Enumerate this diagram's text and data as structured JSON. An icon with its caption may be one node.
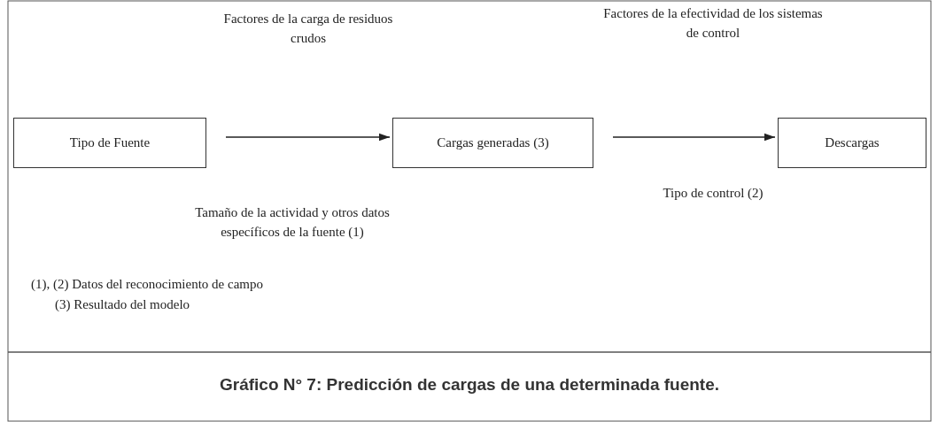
{
  "diagram": {
    "caption": "Gráfico N° 7: Predicción de cargas de una determinada fuente.",
    "nodes": [
      {
        "text": [
          "Tipo de Fuente"
        ]
      },
      {
        "text": [
          "Cargas generadas (3)"
        ]
      },
      {
        "text": [
          "Descargas"
        ]
      }
    ],
    "edges": [
      {
        "from": 0,
        "to": 1,
        "arrow": "to"
      },
      {
        "from": 1,
        "to": 2,
        "arrow": "to"
      }
    ],
    "labels": [
      "Factores de la carga de residuos crudos",
      "Factores de la efectividad de los sistemas de control",
      "Tamaño de la actividad y otros datos específicos de la fuente (1)",
      "Tipo de control (2)",
      "(1), (2) Datos del reconocimiento de campo",
      "(3) Resultado del modelo"
    ]
  }
}
